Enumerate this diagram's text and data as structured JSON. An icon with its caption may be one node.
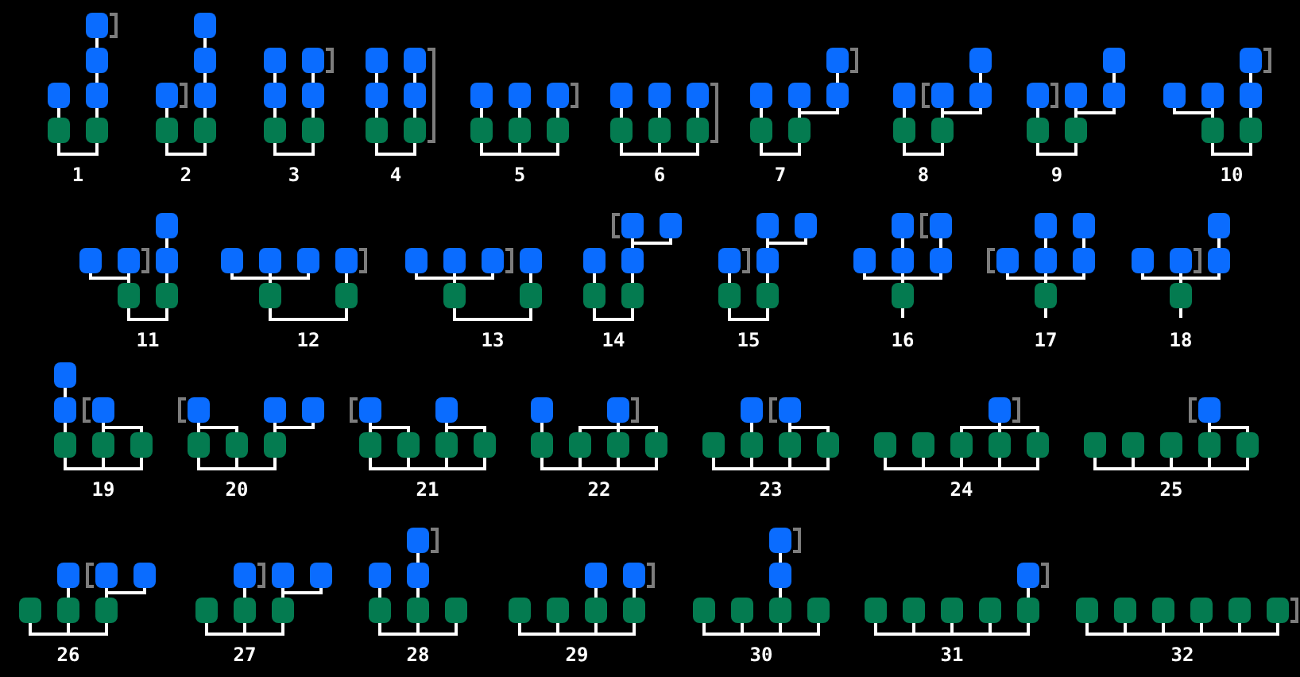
{
  "diagram": {
    "nodes": [
      {
        "text": [],
        "shape": "box"
      },
      {
        "text": [],
        "shape": "box"
      },
      {
        "text": [],
        "shape": "box"
      },
      {
        "text": [],
        "shape": "box"
      },
      {
        "text": [],
        "shape": "box"
      },
      {
        "text": [],
        "shape": "box"
      },
      {
        "text": [],
        "shape": "box"
      },
      {
        "text": [],
        "shape": "box"
      },
      {
        "text": [],
        "shape": "box"
      },
      {
        "text": [],
        "shape": "box"
      },
      {
        "text": [],
        "shape": "box"
      },
      {
        "text": [],
        "shape": "box"
      },
      {
        "text": [],
        "shape": "box"
      },
      {
        "text": [],
        "shape": "box"
      },
      {
        "text": [],
        "shape": "box"
      },
      {
        "text": [],
        "shape": "box"
      },
      {
        "text": [],
        "shape": "box"
      },
      {
        "text": [],
        "shape": "box"
      },
      {
        "text": [],
        "shape": "box"
      },
      {
        "text": [],
        "shape": "box"
      },
      {
        "text": [],
        "shape": "box"
      },
      {
        "text": [],
        "shape": "box"
      },
      {
        "text": [],
        "shape": "box"
      },
      {
        "text": [],
        "shape": "box"
      },
      {
        "text": [],
        "shape": "box"
      },
      {
        "text": [],
        "shape": "box"
      },
      {
        "text": [],
        "shape": "box"
      },
      {
        "text": [],
        "shape": "box"
      },
      {
        "text": [],
        "shape": "box"
      },
      {
        "text": [],
        "shape": "box"
      },
      {
        "text": [],
        "shape": "box"
      },
      {
        "text": [],
        "shape": "box"
      },
      {
        "text": [],
        "shape": "box"
      },
      {
        "text": [],
        "shape": "box"
      },
      {
        "text": [],
        "shape": "box"
      },
      {
        "text": [],
        "shape": "box"
      },
      {
        "text": [],
        "shape": "box"
      },
      {
        "text": [],
        "shape": "box"
      },
      {
        "text": [],
        "shape": "box"
      },
      {
        "text": [],
        "shape": "box"
      },
      {
        "text": [],
        "shape": "box"
      },
      {
        "text": [],
        "shape": "box"
      },
      {
        "text": [],
        "shape": "box"
      },
      {
        "text": [],
        "shape": "box"
      },
      {
        "text": [],
        "shape": "box"
      },
      {
        "text": [],
        "shape": "box"
      },
      {
        "text": [],
        "shape": "box"
      },
      {
        "text": [],
        "shape": "box"
      },
      {
        "text": [],
        "shape": "box"
      },
      {
        "text": [],
        "shape": "box"
      },
      {
        "text": [],
        "shape": "box"
      },
      {
        "text": [],
        "shape": "box"
      },
      {
        "text": [],
        "shape": "box"
      },
      {
        "text": [],
        "shape": "box"
      },
      {
        "text": [],
        "shape": "box"
      },
      {
        "text": [],
        "shape": "box"
      },
      {
        "text": [],
        "shape": "box"
      },
      {
        "text": [],
        "shape": "box"
      },
      {
        "text": [],
        "shape": "box"
      },
      {
        "text": [],
        "shape": "box"
      },
      {
        "text": [],
        "shape": "box"
      },
      {
        "text": [],
        "shape": "box"
      },
      {
        "text": [],
        "shape": "box"
      },
      {
        "text": [],
        "shape": "box"
      },
      {
        "text": [],
        "shape": "box"
      },
      {
        "text": [],
        "shape": "box"
      },
      {
        "text": [],
        "shape": "box"
      },
      {
        "text": [],
        "shape": "box"
      },
      {
        "text": [],
        "shape": "box"
      },
      {
        "text": [],
        "shape": "box"
      },
      {
        "text": [],
        "shape": "box"
      },
      {
        "text": [],
        "shape": "box"
      },
      {
        "text": [],
        "shape": "box"
      },
      {
        "text": [],
        "shape": "box"
      },
      {
        "text": [],
        "shape": "box"
      },
      {
        "text": [],
        "shape": "box"
      },
      {
        "text": [],
        "shape": "box"
      },
      {
        "text": [],
        "shape": "box"
      },
      {
        "text": [],
        "shape": "box"
      },
      {
        "text": [],
        "shape": "box"
      },
      {
        "text": [],
        "shape": "box"
      },
      {
        "text": [],
        "shape": "box"
      },
      {
        "text": [],
        "shape": "box"
      },
      {
        "text": [],
        "shape": "box"
      },
      {
        "text": [],
        "shape": "box"
      },
      {
        "text": [],
        "shape": "box"
      },
      {
        "text": [],
        "shape": "box"
      },
      {
        "text": [],
        "shape": "box"
      },
      {
        "text": [],
        "shape": "box"
      },
      {
        "text": [],
        "shape": "box"
      },
      {
        "text": [],
        "shape": "box"
      },
      {
        "text": [],
        "shape": "box"
      },
      {
        "text": [],
        "shape": "box"
      },
      {
        "text": [],
        "shape": "box"
      },
      {
        "text": [],
        "shape": "box"
      },
      {
        "text": [],
        "shape": "box"
      },
      {
        "text": [],
        "shape": "box"
      },
      {
        "text": [],
        "shape": "box"
      },
      {
        "text": [],
        "shape": "box"
      },
      {
        "text": [],
        "shape": "box"
      },
      {
        "text": [],
        "shape": "box"
      },
      {
        "text": [],
        "shape": "box"
      },
      {
        "text": [],
        "shape": "box"
      },
      {
        "text": [],
        "shape": "box"
      },
      {
        "text": [],
        "shape": "box"
      },
      {
        "text": [],
        "shape": "box"
      },
      {
        "text": [],
        "shape": "box"
      },
      {
        "text": [],
        "shape": "box"
      },
      {
        "text": [],
        "shape": "box"
      },
      {
        "text": [],
        "shape": "box"
      },
      {
        "text": [],
        "shape": "box"
      },
      {
        "text": [],
        "shape": "box"
      },
      {
        "text": [],
        "shape": "box"
      },
      {
        "text": [],
        "shape": "box"
      },
      {
        "text": [],
        "shape": "box"
      },
      {
        "text": [],
        "shape": "box"
      },
      {
        "text": [],
        "shape": "box"
      },
      {
        "text": [],
        "shape": "box"
      },
      {
        "text": [],
        "shape": "box"
      },
      {
        "text": [],
        "shape": "box"
      },
      {
        "text": [],
        "shape": "box"
      },
      {
        "text": [],
        "shape": "box"
      },
      {
        "text": [],
        "shape": "box"
      },
      {
        "text": [],
        "shape": "box"
      },
      {
        "text": [],
        "shape": "box"
      },
      {
        "text": [],
        "shape": "box"
      },
      {
        "text": [],
        "shape": "box"
      },
      {
        "text": [],
        "shape": "box"
      },
      {
        "text": [],
        "shape": "box"
      },
      {
        "text": [],
        "shape": "box"
      },
      {
        "text": [],
        "shape": "box"
      },
      {
        "text": [],
        "shape": "box"
      },
      {
        "text": [],
        "shape": "box"
      },
      {
        "text": [],
        "shape": "box"
      },
      {
        "text": [],
        "shape": "box"
      },
      {
        "text": [],
        "shape": "box"
      },
      {
        "text": [],
        "shape": "box"
      },
      {
        "text": [],
        "shape": "box"
      },
      {
        "text": [],
        "shape": "box"
      },
      {
        "text": [],
        "shape": "box"
      },
      {
        "text": [],
        "shape": "box"
      },
      {
        "text": [],
        "shape": "box"
      },
      {
        "text": [],
        "shape": "box"
      },
      {
        "text": [],
        "shape": "box"
      },
      {
        "text": [],
        "shape": "box"
      },
      {
        "text": [],
        "shape": "box"
      },
      {
        "text": [],
        "shape": "box"
      },
      {
        "text": [],
        "shape": "box"
      },
      {
        "text": [],
        "shape": "box"
      },
      {
        "text": [],
        "shape": "box"
      },
      {
        "text": [],
        "shape": "box"
      },
      {
        "text": [],
        "shape": "box"
      },
      {
        "text": [],
        "shape": "box"
      },
      {
        "text": [],
        "shape": "box"
      },
      {
        "text": [],
        "shape": "box"
      },
      {
        "text": [],
        "shape": "box"
      },
      {
        "text": [],
        "shape": "box"
      },
      {
        "text": [],
        "shape": "box"
      },
      {
        "text": [],
        "shape": "box"
      },
      {
        "text": [],
        "shape": "box"
      },
      {
        "text": [],
        "shape": "box"
      },
      {
        "text": [],
        "shape": "box"
      },
      {
        "text": [],
        "shape": "box"
      },
      {
        "text": [],
        "shape": "box"
      },
      {
        "text": [],
        "shape": "box"
      },
      {
        "text": [],
        "shape": "box"
      },
      {
        "text": [],
        "shape": "box"
      },
      {
        "text": [],
        "shape": "box"
      },
      {
        "text": [],
        "shape": "box"
      },
      {
        "text": [],
        "shape": "box"
      },
      {
        "text": [],
        "shape": "box"
      },
      {
        "text": [],
        "shape": "box"
      },
      {
        "text": [],
        "shape": "box"
      },
      {
        "text": [],
        "shape": "box"
      },
      {
        "text": [],
        "shape": "box"
      },
      {
        "text": [],
        "shape": "box"
      },
      {
        "text": [],
        "shape": "box"
      },
      {
        "text": [],
        "shape": "box"
      },
      {
        "text": [],
        "shape": "box"
      },
      {
        "text": [],
        "shape": "box"
      },
      {
        "text": [],
        "shape": "box"
      },
      {
        "text": [],
        "shape": "box"
      },
      {
        "text": [],
        "shape": "box"
      },
      {
        "text": [],
        "shape": "box"
      },
      {
        "text": [],
        "shape": "box"
      },
      {
        "text": [],
        "shape": "box"
      },
      {
        "text": [],
        "shape": "box"
      },
      {
        "text": [],
        "shape": "box"
      },
      {
        "text": [],
        "shape": "box"
      },
      {
        "text": [],
        "shape": "box"
      },
      {
        "text": [],
        "shape": "box"
      }
    ],
    "edges": [
      {
        "from": 4,
        "to": 5,
        "arrow": "none"
      },
      {
        "from": 2,
        "to": 4,
        "arrow": "none"
      },
      {
        "from": 3,
        "to": 5,
        "arrow": "none"
      },
      {
        "from": 1,
        "to": 3,
        "arrow": "none"
      },
      {
        "from": 0,
        "to": 1,
        "arrow": "none"
      },
      {
        "from": 10,
        "to": 11,
        "arrow": "none"
      },
      {
        "from": 8,
        "to": 10,
        "arrow": "none"
      },
      {
        "from": 9,
        "to": 11,
        "arrow": "none"
      },
      {
        "from": 7,
        "to": 9,
        "arrow": "none"
      },
      {
        "from": 6,
        "to": 7,
        "arrow": "none"
      },
      {
        "from": 16,
        "to": 17,
        "arrow": "none"
      },
      {
        "from": 14,
        "to": 16,
        "arrow": "none"
      },
      {
        "from": 15,
        "to": 17,
        "arrow": "none"
      },
      {
        "from": 12,
        "to": 14,
        "arrow": "none"
      },
      {
        "from": 13,
        "to": 15,
        "arrow": "none"
      },
      {
        "from": 22,
        "to": 23,
        "arrow": "none"
      },
      {
        "from": 20,
        "to": 22,
        "arrow": "none"
      },
      {
        "from": 21,
        "to": 23,
        "arrow": "none"
      },
      {
        "from": 18,
        "to": 20,
        "arrow": "none"
      },
      {
        "from": 19,
        "to": 21,
        "arrow": "none"
      },
      {
        "from": 27,
        "to": 28,
        "arrow": "none"
      },
      {
        "from": 28,
        "to": 29,
        "arrow": "none"
      },
      {
        "from": 24,
        "to": 27,
        "arrow": "none"
      },
      {
        "from": 25,
        "to": 28,
        "arrow": "none"
      },
      {
        "from": 26,
        "to": 29,
        "arrow": "none"
      },
      {
        "from": 33,
        "to": 34,
        "arrow": "none"
      },
      {
        "from": 34,
        "to": 35,
        "arrow": "none"
      },
      {
        "from": 30,
        "to": 33,
        "arrow": "none"
      },
      {
        "from": 31,
        "to": 34,
        "arrow": "none"
      },
      {
        "from": 32,
        "to": 35,
        "arrow": "none"
      },
      {
        "from": 40,
        "to": 41,
        "arrow": "none"
      },
      {
        "from": 37,
        "to": 40,
        "arrow": "none"
      },
      {
        "from": 38,
        "to": 41,
        "arrow": "none"
      },
      {
        "from": 39,
        "to": 41,
        "arrow": "none"
      },
      {
        "from": 36,
        "to": 39,
        "arrow": "none"
      },
      {
        "from": 46,
        "to": 47,
        "arrow": "none"
      },
      {
        "from": 43,
        "to": 46,
        "arrow": "none"
      },
      {
        "from": 44,
        "to": 47,
        "arrow": "none"
      },
      {
        "from": 45,
        "to": 47,
        "arrow": "none"
      },
      {
        "from": 42,
        "to": 45,
        "arrow": "none"
      },
      {
        "from": 52,
        "to": 53,
        "arrow": "none"
      },
      {
        "from": 49,
        "to": 52,
        "arrow": "none"
      },
      {
        "from": 50,
        "to": 53,
        "arrow": "none"
      },
      {
        "from": 51,
        "to": 53,
        "arrow": "none"
      },
      {
        "from": 48,
        "to": 51,
        "arrow": "none"
      },
      {
        "from": 58,
        "to": 59,
        "arrow": "none"
      },
      {
        "from": 55,
        "to": 58,
        "arrow": "none"
      },
      {
        "from": 56,
        "to": 58,
        "arrow": "none"
      },
      {
        "from": 57,
        "to": 59,
        "arrow": "none"
      },
      {
        "from": 54,
        "to": 57,
        "arrow": "none"
      },
      {
        "from": 64,
        "to": 65,
        "arrow": "none"
      },
      {
        "from": 61,
        "to": 64,
        "arrow": "none"
      },
      {
        "from": 62,
        "to": 64,
        "arrow": "none"
      },
      {
        "from": 63,
        "to": 65,
        "arrow": "none"
      },
      {
        "from": 60,
        "to": 63,
        "arrow": "none"
      },
      {
        "from": 70,
        "to": 71,
        "arrow": "none"
      },
      {
        "from": 66,
        "to": 70,
        "arrow": "none"
      },
      {
        "from": 67,
        "to": 70,
        "arrow": "none"
      },
      {
        "from": 68,
        "to": 70,
        "arrow": "none"
      },
      {
        "from": 69,
        "to": 71,
        "arrow": "none"
      },
      {
        "from": 76,
        "to": 77,
        "arrow": "none"
      },
      {
        "from": 72,
        "to": 76,
        "arrow": "none"
      },
      {
        "from": 73,
        "to": 76,
        "arrow": "none"
      },
      {
        "from": 74,
        "to": 76,
        "arrow": "none"
      },
      {
        "from": 75,
        "to": 77,
        "arrow": "none"
      },
      {
        "from": 82,
        "to": 83,
        "arrow": "none"
      },
      {
        "from": 80,
        "to": 82,
        "arrow": "none"
      },
      {
        "from": 81,
        "to": 83,
        "arrow": "none"
      },
      {
        "from": 78,
        "to": 81,
        "arrow": "none"
      },
      {
        "from": 79,
        "to": 81,
        "arrow": "none"
      },
      {
        "from": 88,
        "to": 89,
        "arrow": "none"
      },
      {
        "from": 86,
        "to": 88,
        "arrow": "none"
      },
      {
        "from": 87,
        "to": 89,
        "arrow": "none"
      },
      {
        "from": 84,
        "to": 87,
        "arrow": "none"
      },
      {
        "from": 85,
        "to": 87,
        "arrow": "none"
      },
      {
        "from": 95,
        "to": null,
        "arrow": "none"
      },
      {
        "from": 92,
        "to": 95,
        "arrow": "none"
      },
      {
        "from": 93,
        "to": 95,
        "arrow": "none"
      },
      {
        "from": 94,
        "to": 95,
        "arrow": "none"
      },
      {
        "from": 90,
        "to": 93,
        "arrow": "none"
      },
      {
        "from": 91,
        "to": 94,
        "arrow": "none"
      },
      {
        "from": 101,
        "to": null,
        "arrow": "none"
      },
      {
        "from": 98,
        "to": 101,
        "arrow": "none"
      },
      {
        "from": 99,
        "to": 101,
        "arrow": "none"
      },
      {
        "from": 100,
        "to": 101,
        "arrow": "none"
      },
      {
        "from": 96,
        "to": 99,
        "arrow": "none"
      },
      {
        "from": 97,
        "to": 100,
        "arrow": "none"
      },
      {
        "from": 106,
        "to": null,
        "arrow": "none"
      },
      {
        "from": 103,
        "to": 106,
        "arrow": "none"
      },
      {
        "from": 104,
        "to": 106,
        "arrow": "none"
      },
      {
        "from": 105,
        "to": 106,
        "arrow": "none"
      },
      {
        "from": 102,
        "to": 105,
        "arrow": "none"
      },
      {
        "from": 110,
        "to": 111,
        "arrow": "none"
      },
      {
        "from": 111,
        "to": 112,
        "arrow": "none"
      },
      {
        "from": 107,
        "to": 108,
        "arrow": "none"
      },
      {
        "from": 108,
        "to": 110,
        "arrow": "none"
      },
      {
        "from": 109,
        "to": 111,
        "arrow": "none"
      },
      {
        "from": 112,
        "to": 111,
        "arrow": "none"
      },
      {
        "from": 116,
        "to": 117,
        "arrow": "none"
      },
      {
        "from": 117,
        "to": 118,
        "arrow": "none"
      },
      {
        "from": 113,
        "to": 116,
        "arrow": "none"
      },
      {
        "from": 117,
        "to": 116,
        "arrow": "none"
      },
      {
        "from": 114,
        "to": 118,
        "arrow": "none"
      },
      {
        "from": 115,
        "to": 118,
        "arrow": "none"
      },
      {
        "from": 121,
        "to": 122,
        "arrow": "none"
      },
      {
        "from": 122,
        "to": 123,
        "arrow": "none"
      },
      {
        "from": 123,
        "to": 124,
        "arrow": "none"
      },
      {
        "from": 119,
        "to": 121,
        "arrow": "none"
      },
      {
        "from": 122,
        "to": 121,
        "arrow": "none"
      },
      {
        "from": 120,
        "to": 123,
        "arrow": "none"
      },
      {
        "from": 124,
        "to": 123,
        "arrow": "none"
      },
      {
        "from": 127,
        "to": 128,
        "arrow": "none"
      },
      {
        "from": 128,
        "to": 129,
        "arrow": "none"
      },
      {
        "from": 129,
        "to": 130,
        "arrow": "none"
      },
      {
        "from": 125,
        "to": 127,
        "arrow": "none"
      },
      {
        "from": 126,
        "to": 129,
        "arrow": "none"
      },
      {
        "from": 128,
        "to": 129,
        "arrow": "none"
      },
      {
        "from": 130,
        "to": 129,
        "arrow": "none"
      },
      {
        "from": 133,
        "to": 134,
        "arrow": "none"
      },
      {
        "from": 134,
        "to": 135,
        "arrow": "none"
      },
      {
        "from": 135,
        "to": 136,
        "arrow": "none"
      },
      {
        "from": 131,
        "to": 134,
        "arrow": "none"
      },
      {
        "from": 132,
        "to": 135,
        "arrow": "none"
      },
      {
        "from": 136,
        "to": 135,
        "arrow": "none"
      },
      {
        "from": 138,
        "to": 139,
        "arrow": "none"
      },
      {
        "from": 139,
        "to": 140,
        "arrow": "none"
      },
      {
        "from": 140,
        "to": 141,
        "arrow": "none"
      },
      {
        "from": 141,
        "to": 142,
        "arrow": "none"
      },
      {
        "from": 137,
        "to": 141,
        "arrow": "none"
      },
      {
        "from": 140,
        "to": 141,
        "arrow": "none"
      },
      {
        "from": 142,
        "to": 141,
        "arrow": "none"
      },
      {
        "from": 144,
        "to": 145,
        "arrow": "none"
      },
      {
        "from": 145,
        "to": 146,
        "arrow": "none"
      },
      {
        "from": 146,
        "to": 147,
        "arrow": "none"
      },
      {
        "from": 147,
        "to": 148,
        "arrow": "none"
      },
      {
        "from": 143,
        "to": 147,
        "arrow": "none"
      },
      {
        "from": 148,
        "to": 147,
        "arrow": "none"
      },
      {
        "from": 152,
        "to": 153,
        "arrow": "none"
      },
      {
        "from": 153,
        "to": 154,
        "arrow": "none"
      },
      {
        "from": 149,
        "to": 153,
        "arrow": "none"
      },
      {
        "from": 150,
        "to": 154,
        "arrow": "none"
      },
      {
        "from": 151,
        "to": 154,
        "arrow": "none"
      },
      {
        "from": 158,
        "to": 159,
        "arrow": "none"
      },
      {
        "from": 159,
        "to": 160,
        "arrow": "none"
      },
      {
        "from": 155,
        "to": 159,
        "arrow": "none"
      },
      {
        "from": 156,
        "to": 160,
        "arrow": "none"
      },
      {
        "from": 157,
        "to": 160,
        "arrow": "none"
      },
      {
        "from": 164,
        "to": 165,
        "arrow": "none"
      },
      {
        "from": 165,
        "to": 166,
        "arrow": "none"
      },
      {
        "from": 162,
        "to": 164,
        "arrow": "none"
      },
      {
        "from": 163,
        "to": 165,
        "arrow": "none"
      },
      {
        "from": 161,
        "to": 163,
        "arrow": "none"
      },
      {
        "from": 169,
        "to": 170,
        "arrow": "none"
      },
      {
        "from": 170,
        "to": 171,
        "arrow": "none"
      },
      {
        "from": 171,
        "to": 172,
        "arrow": "none"
      },
      {
        "from": 167,
        "to": 171,
        "arrow": "none"
      },
      {
        "from": 168,
        "to": 172,
        "arrow": "none"
      },
      {
        "from": 175,
        "to": 176,
        "arrow": "none"
      },
      {
        "from": 176,
        "to": 177,
        "arrow": "none"
      },
      {
        "from": 177,
        "to": 178,
        "arrow": "none"
      },
      {
        "from": 174,
        "to": 177,
        "arrow": "none"
      },
      {
        "from": 173,
        "to": 174,
        "arrow": "none"
      },
      {
        "from": 180,
        "to": 181,
        "arrow": "none"
      },
      {
        "from": 181,
        "to": 182,
        "arrow": "none"
      },
      {
        "from": 182,
        "to": 183,
        "arrow": "none"
      },
      {
        "from": 183,
        "to": 184,
        "arrow": "none"
      },
      {
        "from": 179,
        "to": 184,
        "arrow": "none"
      },
      {
        "from": 185,
        "to": 186,
        "arrow": "none"
      },
      {
        "from": 186,
        "to": 187,
        "arrow": "none"
      },
      {
        "from": 187,
        "to": 188,
        "arrow": "none"
      },
      {
        "from": 188,
        "to": 189,
        "arrow": "none"
      },
      {
        "from": 189,
        "to": 190,
        "arrow": "none"
      }
    ],
    "labels": [
      "1",
      "2",
      "3",
      "4",
      "5",
      "6",
      "7",
      "8",
      "9",
      "10",
      "11",
      "12",
      "13",
      "14",
      "15",
      "16",
      "17",
      "18",
      "19",
      "20",
      "21",
      "22",
      "23",
      "24",
      "25",
      "26",
      "27",
      "28",
      "29",
      "30",
      "31",
      "32"
    ]
  }
}
